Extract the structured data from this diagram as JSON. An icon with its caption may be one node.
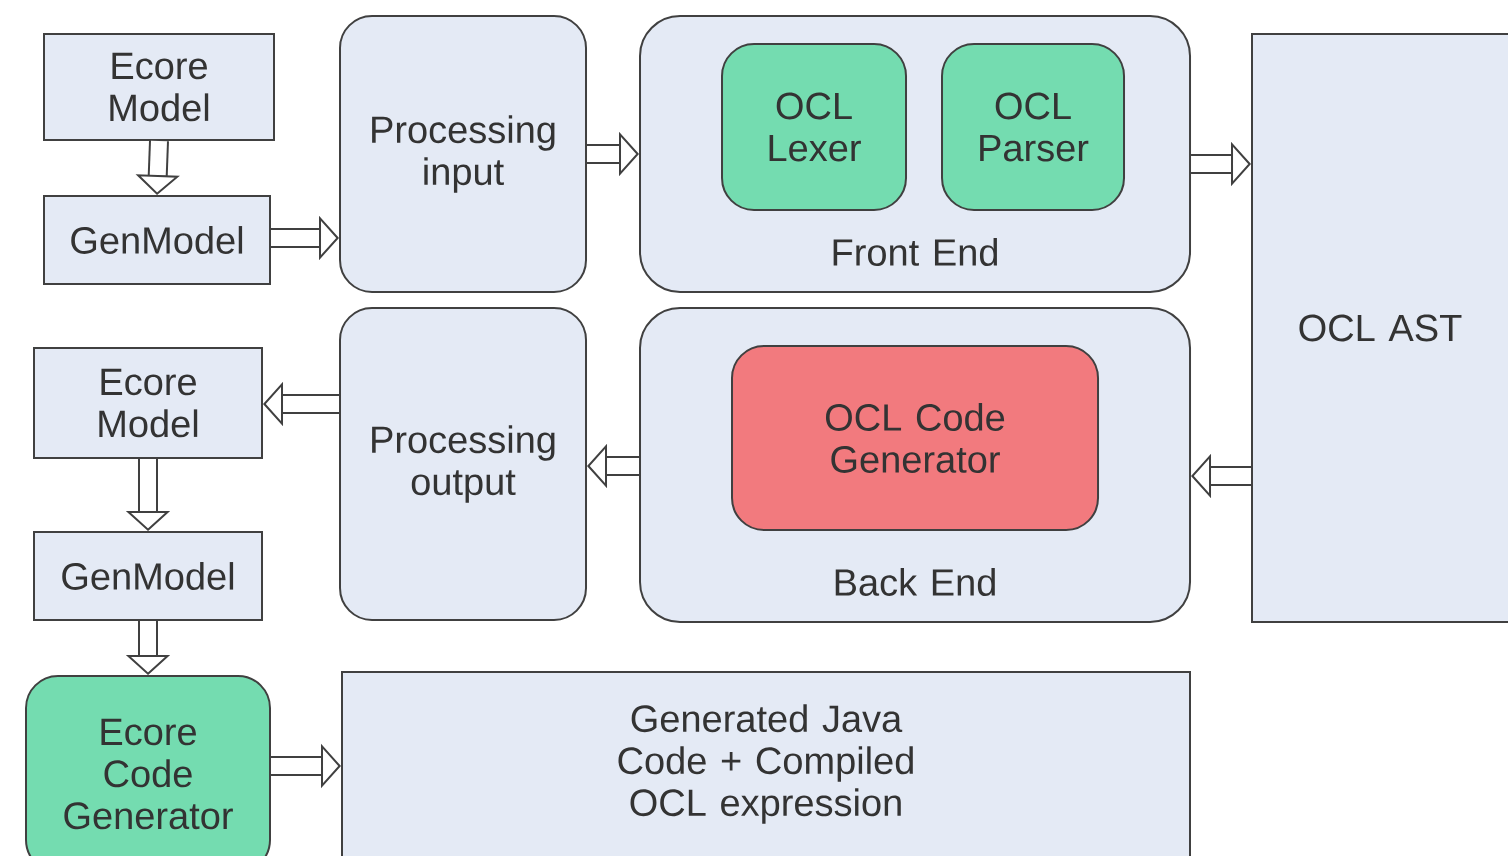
{
  "diagram": {
    "nodes": [
      {
        "text": [
          "Ecore Model"
        ]
      },
      {
        "text": [
          "GenModel"
        ]
      },
      {
        "text": [
          "Processing input"
        ]
      },
      {
        "text": [
          "Front End"
        ]
      },
      {
        "text": [
          "OCL Lexer"
        ],
        "in": 3
      },
      {
        "text": [
          "OCL Parser"
        ],
        "in": 3
      },
      {
        "text": [
          "OCL AST"
        ]
      },
      {
        "text": [
          "Ecore Model"
        ]
      },
      {
        "text": [
          "Processing output"
        ]
      },
      {
        "text": [
          "Back End"
        ]
      },
      {
        "text": [
          "OCL Code Generator"
        ],
        "in": 9
      },
      {
        "text": [
          "GenModel"
        ]
      },
      {
        "text": [
          "Ecore Code Generator"
        ]
      },
      {
        "text": [
          "Generated Java Code + Compiled OCL expression"
        ]
      }
    ],
    "edges": [
      {
        "from": 0,
        "to": 1,
        "arrow": "to"
      },
      {
        "from": 1,
        "to": 2,
        "arrow": "to"
      },
      {
        "from": 2,
        "to": 3,
        "arrow": "to"
      },
      {
        "from": 3,
        "to": 6,
        "arrow": "to"
      },
      {
        "from": 6,
        "to": 9,
        "arrow": "to"
      },
      {
        "from": 9,
        "to": 8,
        "arrow": "to"
      },
      {
        "from": 8,
        "to": 7,
        "arrow": "to"
      },
      {
        "from": 7,
        "to": 11,
        "arrow": "to"
      },
      {
        "from": 11,
        "to": 12,
        "arrow": "to"
      },
      {
        "from": 12,
        "to": 13,
        "arrow": "to"
      }
    ]
  }
}
